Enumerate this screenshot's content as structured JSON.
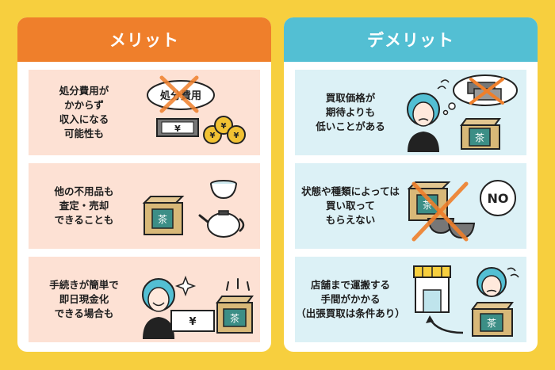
{
  "merit": {
    "title": "メリット",
    "items": [
      {
        "text": "処分費用が\nかからず\n収入になる\n可能性も",
        "bubble": "処分費用",
        "yen": "¥"
      },
      {
        "text": "他の不用品も\n査定・売却\nできることも",
        "box_label": "茶"
      },
      {
        "text": "手続きが簡単で\n即日現金化\nできる場合も",
        "yen": "¥",
        "box_label": "茶"
      }
    ]
  },
  "demerit": {
    "title": "デメリット",
    "items": [
      {
        "text": "買取価格が\n期待よりも\n低いことがある",
        "box_label": "茶"
      },
      {
        "text": "状態や種類によっては\n買い取って\nもらえない",
        "badge": "NO",
        "box_label": "茶"
      },
      {
        "text": "店舗まで運搬する\n手間がかかる\n（出張買取は条件あり）",
        "box_label": "茶"
      }
    ]
  },
  "colors": {
    "background": "#f7cf3e",
    "merit_header": "#ef7f2b",
    "demerit_header": "#53bfd3",
    "merit_cell": "#fde1d4",
    "demerit_cell": "#dcf1f6"
  }
}
